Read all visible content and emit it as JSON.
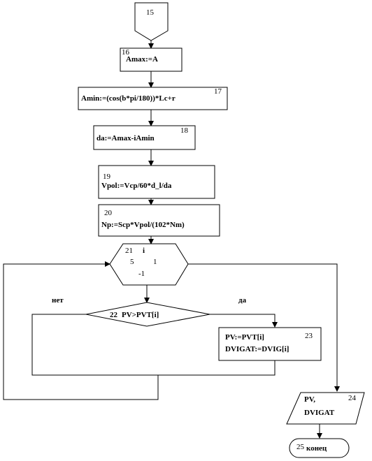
{
  "connector_start": {
    "number": "15"
  },
  "block16": {
    "number": "16",
    "text": "Amax:=A"
  },
  "block17": {
    "number": "17",
    "text": "Amin:=(cos(b*pi/180))*Lc+r"
  },
  "block18": {
    "number": "18",
    "text": "da:=Amax-iAmin"
  },
  "block19": {
    "number": "19",
    "line1": "Vpol:=Vcp/60*d_l/da"
  },
  "block20": {
    "number": "20",
    "line1": "Np:=Scp*Vpol/(102*Nm)"
  },
  "loop21": {
    "number": "21",
    "var": "i",
    "from": "5",
    "to": "1",
    "step": "-1"
  },
  "cond22": {
    "number": "22",
    "text": "PV>PVT[i]",
    "no_label": "нет",
    "yes_label": "да"
  },
  "block23": {
    "number": "23",
    "line1": "PV:=PVT[i]",
    "line2": "DVIGAT:=DVIG[i]"
  },
  "output24": {
    "number": "24",
    "line1": "PV,",
    "line2": "DVIGAT"
  },
  "terminal25": {
    "number": "25",
    "text": "конец"
  }
}
